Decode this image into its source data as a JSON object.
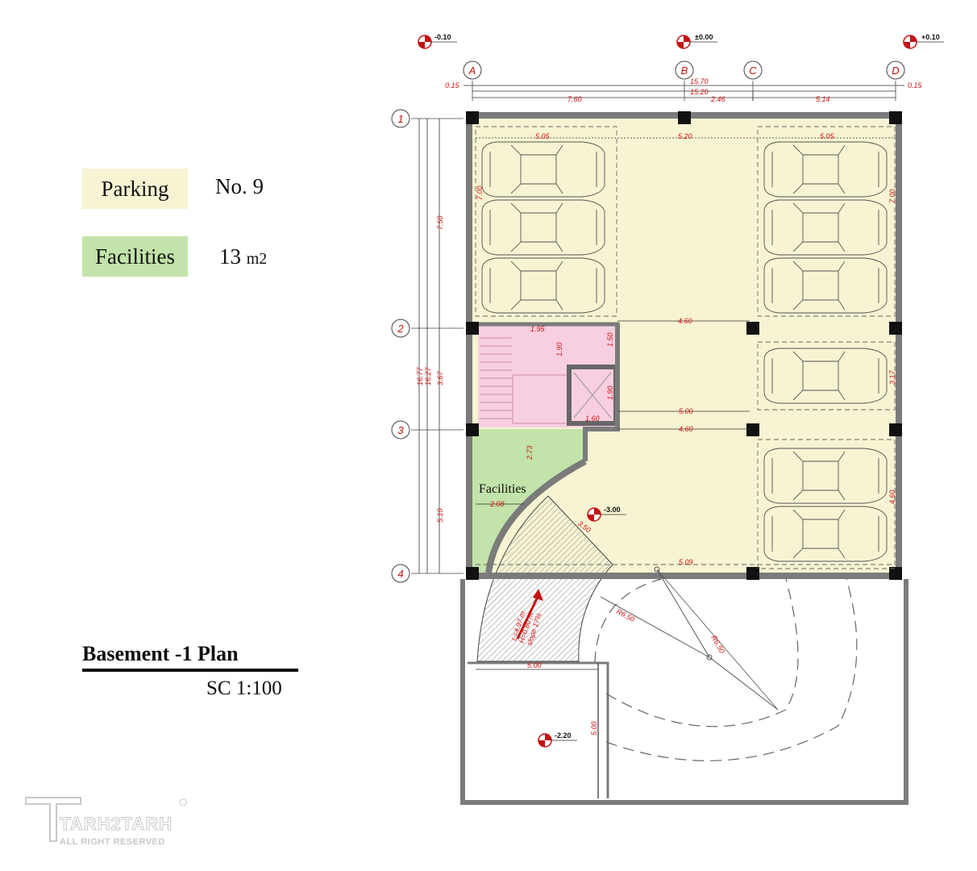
{
  "legend": {
    "parking_label": "Parking",
    "parking_value": "No. 9",
    "parking_color": "#f6f4d2",
    "facilities_label": "Facilities",
    "facilities_value": "13",
    "facilities_unit": "m2",
    "facilities_color": "#c2e3a9"
  },
  "title": {
    "plan": "Basement -1 Plan",
    "scale": "SC 1:100"
  },
  "logo": {
    "text": "TARH2TARH",
    "sub": "ALL RIGHT RESERVED"
  },
  "colors": {
    "parking": "#f6f4d2",
    "facilities": "#c2e3a9",
    "stair_core": "#f7cfe0",
    "wall": "#7b7b7b",
    "dimension": "#d21414"
  },
  "grid": {
    "columns": [
      "A",
      "B",
      "C",
      "D"
    ],
    "rows": [
      "1",
      "2",
      "3",
      "4"
    ]
  },
  "levels": {
    "left": "-0.10",
    "mid": "±0.00",
    "right": "+0.10",
    "parking": "-3.00",
    "ramp_bottom": "-2.20"
  },
  "room_labels": {
    "facilities": "Facilities"
  },
  "ramp_note": {
    "line1": "L=4.97 m",
    "line2": "H=0.80 m",
    "line3": "slope 17%"
  },
  "dims": {
    "top_left_offset": "0.15",
    "top_right_offset": "0.15",
    "top_total": "15.70",
    "top_inner": "15.20",
    "span_ab": "7.60",
    "span_bc": "2.46",
    "span_cd": "5.14",
    "left_total_a": "16.77",
    "left_total_b": "16.27",
    "span_12": "7.50",
    "span_23": "3.67",
    "span_34": "5.10",
    "park_top_left_w": "5.05",
    "park_top_mid_w": "5.20",
    "park_top_right_w": "5.05",
    "park_left_h": "7.00",
    "park_right_h": "7.00",
    "aisle_a": "4.60",
    "stair_w": "1.95",
    "stair_h": "1.90",
    "door_h": "1.50",
    "lift_h": "1.90",
    "lift_w": "1.60",
    "aisle_b": "5.00",
    "park_right_h2": "3.17",
    "aisle_c": "4.60",
    "facilities_h": "2.73",
    "facilities_w": "2.08",
    "ramp_w": "3.50",
    "park_right_h3": "4.60",
    "bottom_aisle": "5.09",
    "radius_inner": "R6.50",
    "radius_outer": "R6.50",
    "ramp_landing_w": "5.00",
    "ramp_landing_h": "5.00"
  }
}
